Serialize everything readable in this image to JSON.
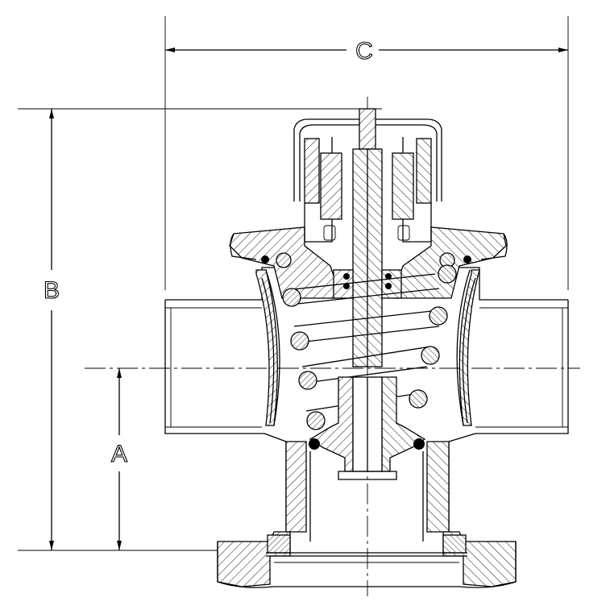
{
  "drawing": {
    "dimension_labels": {
      "a": "A",
      "b": "B",
      "c": "C"
    },
    "colors": {
      "line": "#000000",
      "background": "#ffffff",
      "oring": "#000000"
    }
  }
}
